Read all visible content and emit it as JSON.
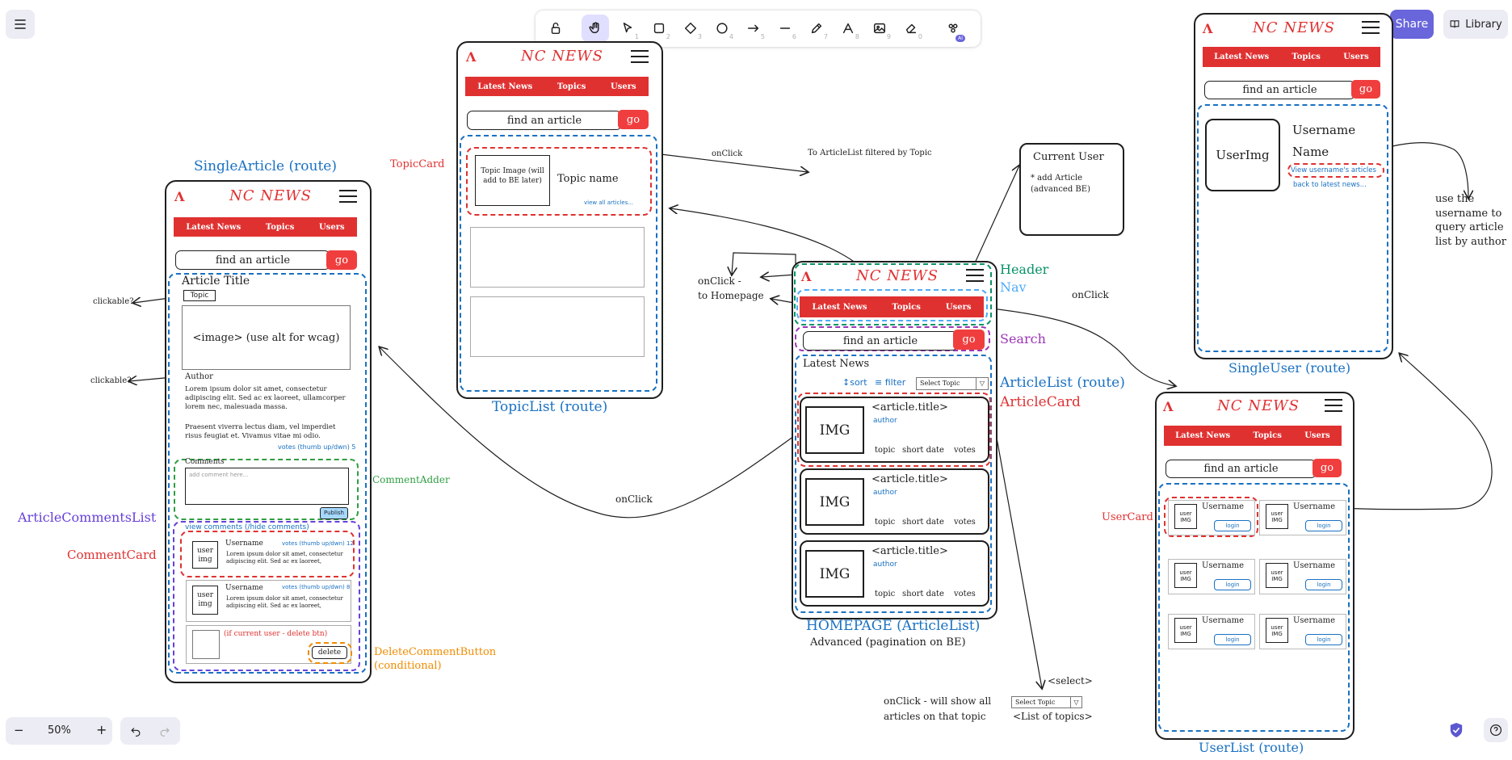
{
  "toolbar": {
    "tools": [
      {
        "icon": "lock-open-icon",
        "num": ""
      },
      {
        "icon": "hand-icon",
        "num": ""
      },
      {
        "icon": "pointer-icon",
        "num": "1"
      },
      {
        "icon": "rectangle-icon",
        "num": "2"
      },
      {
        "icon": "diamond-icon",
        "num": "3"
      },
      {
        "icon": "ellipse-icon",
        "num": "4"
      },
      {
        "icon": "arrow-icon",
        "num": "5"
      },
      {
        "icon": "line-icon",
        "num": "6"
      },
      {
        "icon": "pencil-icon",
        "num": "7"
      },
      {
        "icon": "text-icon",
        "num": "8"
      },
      {
        "icon": "image-icon",
        "num": "9"
      },
      {
        "icon": "eraser-icon",
        "num": "0"
      },
      {
        "icon": "extra-tools-icon",
        "num": ""
      }
    ]
  },
  "top_right": {
    "share_label": "Share",
    "library_label": "Library"
  },
  "bottom_bar": {
    "zoom": "50%",
    "minus": "−",
    "plus": "+"
  },
  "colors": {
    "accent": "#6965db",
    "red": "#e03131",
    "blue": "#1971c2"
  },
  "common": {
    "logo": "Λ",
    "app_title": "NC NEWS",
    "nav_latest": "Latest News",
    "nav_topics": "Topics",
    "nav_users": "Users",
    "search_text": "find an article",
    "go": "go"
  },
  "single_article": {
    "route_label": "SingleArticle (route)",
    "article_title": "Article Title",
    "topic": "Topic",
    "image": "<image> (use alt for wcag)",
    "author": "Author",
    "para1": "Lorem ipsum dolor sit amet, consectetur adipiscing elit. Sed ac ex laoreet, ullamcorper lorem nec, malesuada massa.",
    "para2": "Praesent viverra lectus diam, vel imperdiet risus feugiat et. Vivamus vitae mi odio.",
    "votes": "votes (thumb up/dwn) 5",
    "comments_label": "Comments",
    "comment_placeholder": "add comment here...",
    "publish": "Publish",
    "view_comments": "view comments (/hide comments)",
    "comment1_user": "Username",
    "comment1_votes": "votes (thumb up/dwn) 12",
    "comment1_text": "Lorem ipsum dolor sit amet, consectetur adipiscing elit. Sed ac ex laoreet,",
    "comment2_user": "Username",
    "comment2_votes": "votes (thumb up/dwn) 8",
    "comment2_text": "Lorem ipsum dolor sit amet, consectetur adipiscing elit. Sed ac ex laoreet,",
    "user_img": "user img",
    "if_current_user": "(if current user - delete btn)",
    "delete": "delete"
  },
  "annotations": {
    "topic_card": "TopicCard",
    "clickable1": "clickable?",
    "clickable2": "clickable?",
    "comment_adder": "CommentAdder",
    "article_comments_list": "ArticleCommentsList",
    "comment_card": "CommentCard",
    "delete_comment_button": "DeleteCommentButton",
    "conditional": "(conditional)",
    "onclick_left": "onClick",
    "onclick_topic": "onClick",
    "to_article_list": "To ArticleList filtered by Topic",
    "onclick_home_1": "onClick -",
    "onclick_home_2": "to Homepage",
    "onclick_users": "onClick",
    "header": "Header",
    "nav": "Nav",
    "search": "Search",
    "article_list_route": "ArticleList (route)",
    "article_card": "ArticleCard",
    "homepage": "HOMEPAGE (ArticleList)",
    "advanced": "Advanced (pagination on BE)",
    "current_user": "Current User",
    "add_article": "* add Article",
    "advanced_be": "(advanced BE)",
    "use_username_1": "use the",
    "use_username_2": "username to",
    "use_username_3": "query article",
    "use_username_4": "list by author",
    "user_card": "UserCard",
    "select_title": "<select>",
    "onclick_topic_show_1": "onClick - will show all",
    "onclick_topic_show_2": "articles on that topic",
    "list_of_topics": "<List of topics>",
    "select_topic": "Select Topic"
  },
  "topic_list": {
    "route_label": "TopicList (route)",
    "topic_image": "Topic Image (will add to BE later)",
    "topic_name": "Topic name",
    "view_all": "view all articles..."
  },
  "homepage": {
    "latest_news": "Latest News",
    "sort": "↕sort",
    "filter": "≡ filter",
    "select_topic": "Select Topic",
    "cards": [
      {
        "img": "IMG",
        "title": "<article.title>",
        "author": "author",
        "topic": "topic",
        "date": "short date",
        "votes": "votes"
      },
      {
        "img": "IMG",
        "title": "<article.title>",
        "author": "author",
        "topic": "topic",
        "date": "short date",
        "votes": "votes"
      },
      {
        "img": "IMG",
        "title": "<article.title>",
        "author": "author",
        "topic": "topic",
        "date": "short date",
        "votes": "votes"
      }
    ]
  },
  "single_user": {
    "route_label": "SingleUser (route)",
    "user_img": "UserImg",
    "username": "Username",
    "name": "Name",
    "view_articles": "View username's articles",
    "back": "back to latest news..."
  },
  "user_list": {
    "route_label": "UserList (route)",
    "username": "Username",
    "user_img": "user IMG",
    "login": "login"
  }
}
